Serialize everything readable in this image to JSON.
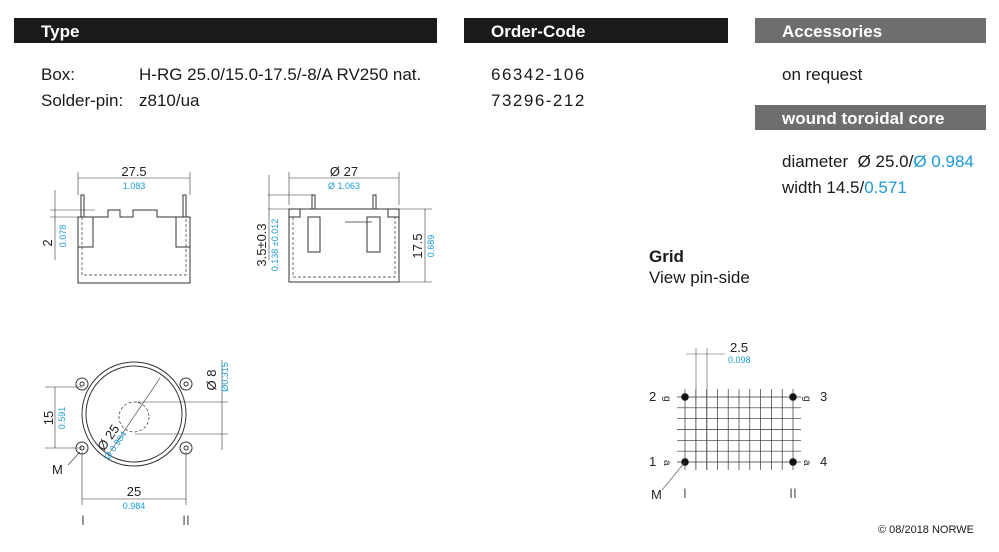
{
  "headers": {
    "type": "Type",
    "order_code": "Order-Code",
    "accessories": "Accessories",
    "core": "wound toroidal core"
  },
  "type_rows": [
    {
      "label": "Box:",
      "value": "H-RG 25.0/15.0-17.5/-8/A RV250 nat.",
      "code": "66342-106"
    },
    {
      "label": "Solder-pin:",
      "value": "z810/ua",
      "code": "73296-212"
    }
  ],
  "accessories_value": "on request",
  "core": {
    "diameter_label": "diameter",
    "diameter_mm": "Ø 25.0/",
    "diameter_in": "Ø 0.984",
    "width_label": "width",
    "width_mm": "14.5/",
    "width_in": "0.571"
  },
  "grid": {
    "title": "Grid",
    "subtitle": "View pin-side",
    "pitch_mm": "2.5",
    "pitch_in": "0.098",
    "pins": [
      "1",
      "2",
      "3",
      "4"
    ],
    "pin_letters": [
      "a",
      "g",
      "g",
      "a"
    ],
    "marker": "M",
    "rows": [
      "I",
      "II"
    ]
  },
  "side_view_1": {
    "width_mm": "27.5",
    "width_in": "1.083",
    "pin_mm": "2",
    "pin_in": "0.078"
  },
  "side_view_2": {
    "dia_mm": "Ø 27",
    "dia_in": "Ø 1.063",
    "pin_mm": "3.5±0.3",
    "pin_in": "0.138 ±0.012",
    "height_mm": "17.5",
    "height_in": "0.689"
  },
  "top_view": {
    "hole_mm": "Ø 8",
    "hole_in": "Ø0.315",
    "pitch_y_mm": "15",
    "pitch_y_in": "0.591",
    "dia_mm": "Ø 25",
    "dia_in": "Ø 0.984",
    "pitch_x_mm": "25",
    "pitch_x_in": "0.984",
    "marker": "M",
    "rows": [
      "I",
      "II"
    ]
  },
  "copyright": "© 08/2018 NORWE"
}
